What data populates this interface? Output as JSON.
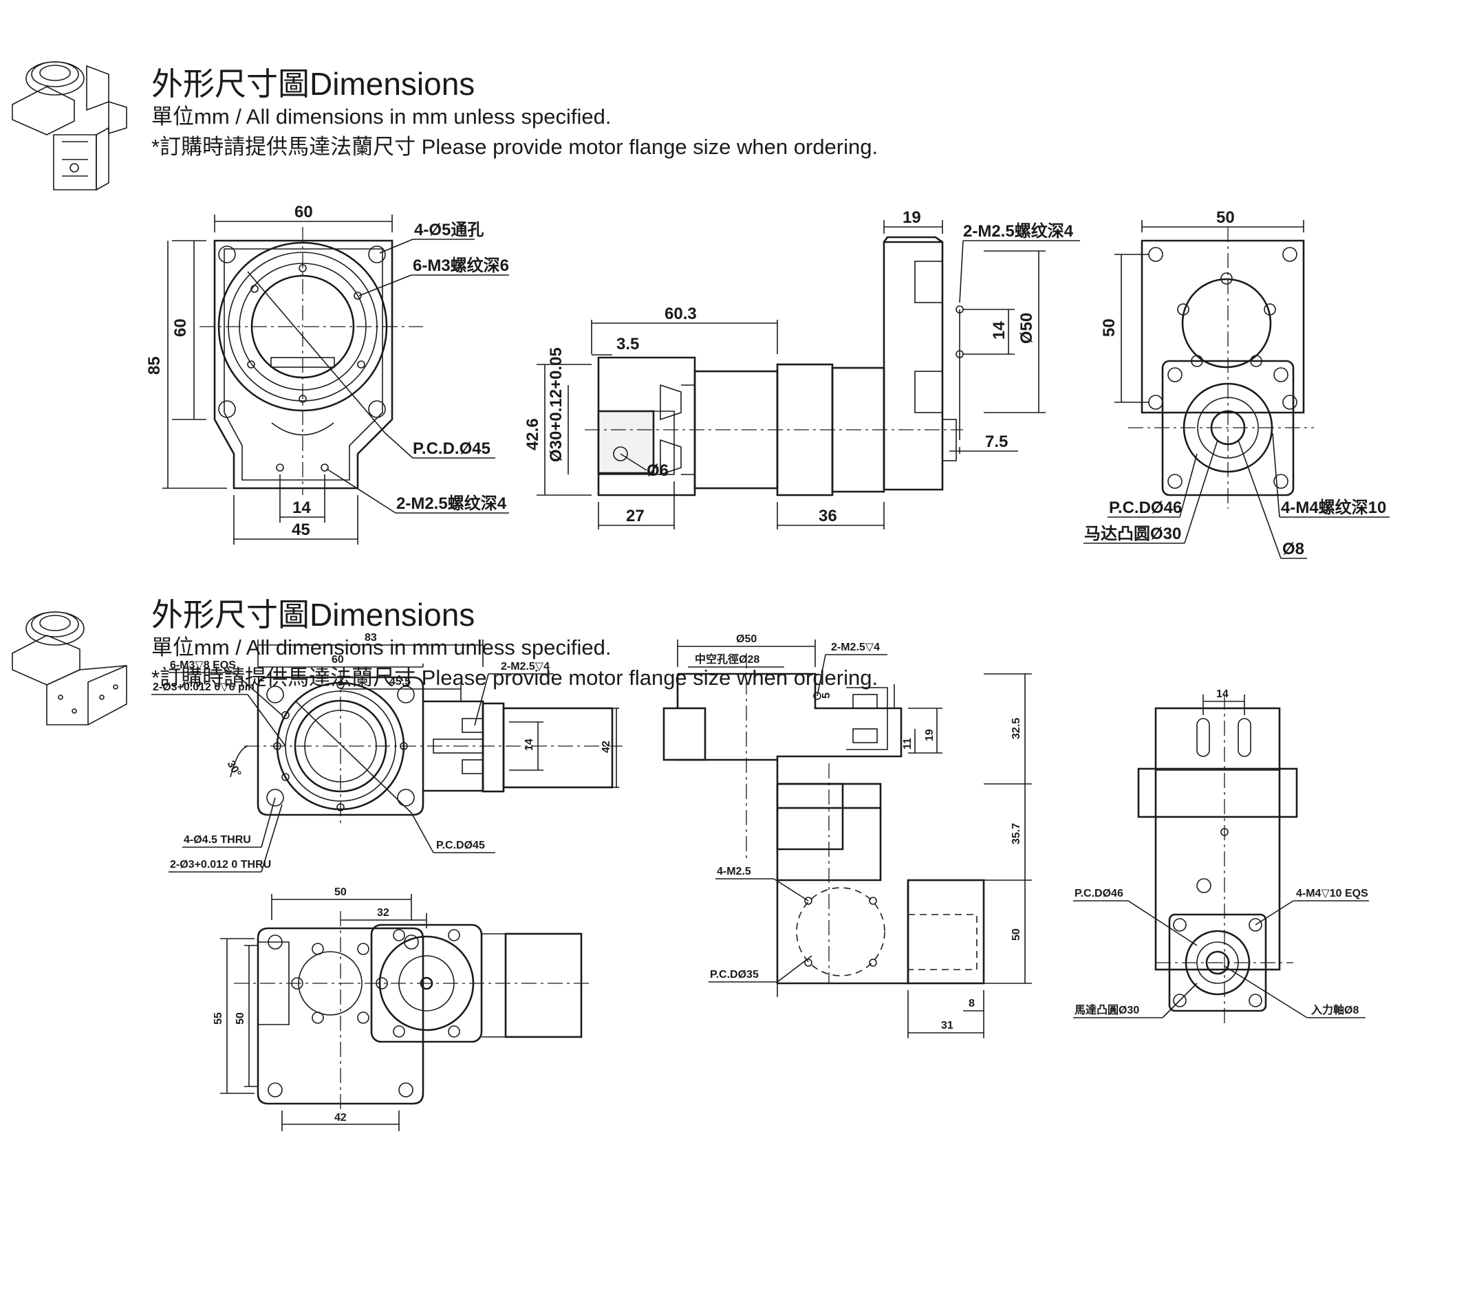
{
  "sections": [
    {
      "title": "外形尺寸圖Dimensions",
      "unit_note": "單位mm / All dimensions in mm unless specified.",
      "order_note": "*訂購時請提供馬達法蘭尺寸 Please provide motor flange size when ordering.",
      "labels": {
        "d_60_top": "60",
        "d_60_side": "60",
        "d_85": "85",
        "d_14": "14",
        "d_45": "45",
        "holes_4": "4-Ø5通孔",
        "thread_6m3": "6-M3螺纹深6",
        "pcd45": "P.C.D.Ø45",
        "m25_a": "2-M2.5螺纹深4",
        "d_603": "60.3",
        "d_35": "3.5",
        "d_426": "42.6",
        "d_30tol": "Ø30+0.12+0.05",
        "d_6": "Ø6",
        "d_27": "27",
        "d_36": "36",
        "d_19": "19",
        "m25_b": "2-M2.5螺纹深4",
        "d_14b": "14",
        "d_50dia": "Ø50",
        "d_75": "7.5",
        "d_50w": "50",
        "d_50h": "50",
        "pcd46": "P.C.DØ46",
        "motor_boss": "马达凸圆Ø30",
        "m4": "4-M4螺纹深10",
        "d_8": "Ø8"
      }
    },
    {
      "title": "外形尺寸圖Dimensions",
      "unit_note": "單位mm / All dimensions in mm unless specified.",
      "order_note": "*訂購時請提供馬達法蘭尺寸 Please provide motor flange size when ordering.",
      "labels": {
        "d_83": "83",
        "d_60": "60",
        "d_455": "45.5",
        "m3eqs": "6-M3▽8 EQS",
        "pin": "2-Ø3+0.012 0▽6 pin",
        "m25v4": "2-M2.5▽4",
        "d_14": "14",
        "d_42": "42",
        "d_30deg": "30°",
        "thru45": "4-Ø4.5 THRU",
        "thru3": "2-Ø3+0.012 0 THRU",
        "pcd45": "P.C.DØ45",
        "d_50dia": "Ø50",
        "hollow": "中空孔徑Ø28",
        "m25v4b": "2-M2.5▽4",
        "d_5": "5",
        "d_11": "11",
        "d_19": "19",
        "d_325": "32.5",
        "d_357": "35.7",
        "m25": "4-M2.5",
        "pcd35": "P.C.DØ35",
        "d_50r": "50",
        "d_8": "8",
        "d_31": "31",
        "d_50t": "50",
        "d_32": "32",
        "d_55": "55",
        "d_50l": "50",
        "d_42b": "42",
        "d_14c": "14",
        "pcd46": "P.C.DØ46",
        "m4eqs": "4-M4▽10 EQS",
        "boss30": "馬達凸圓Ø30",
        "shaft8": "入力軸Ø8"
      }
    }
  ]
}
